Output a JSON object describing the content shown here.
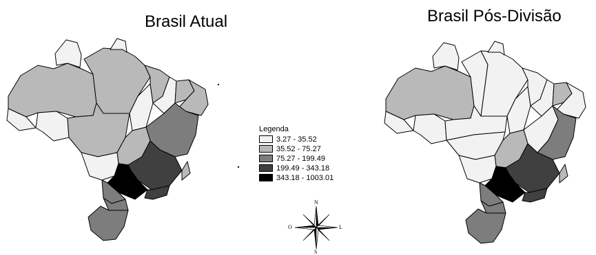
{
  "maps": {
    "left_title": "Brasil Atual",
    "right_title": "Brasil Pós-Divisão"
  },
  "legend": {
    "title": "Legenda",
    "items": [
      {
        "label": "3.27 - 35.52",
        "color": "#f2f2f2"
      },
      {
        "label": "35.52 - 75.27",
        "color": "#b9b9b9"
      },
      {
        "label": "75.27 - 199.49",
        "color": "#7d7d7d"
      },
      {
        "label": "199.49 - 343.18",
        "color": "#404040"
      },
      {
        "label": "343.18 - 1003.01",
        "color": "#000000"
      }
    ]
  },
  "compass": {
    "north": "N",
    "south": "S",
    "east": "L",
    "west": "O",
    "icon": "compass-rose-icon"
  }
}
